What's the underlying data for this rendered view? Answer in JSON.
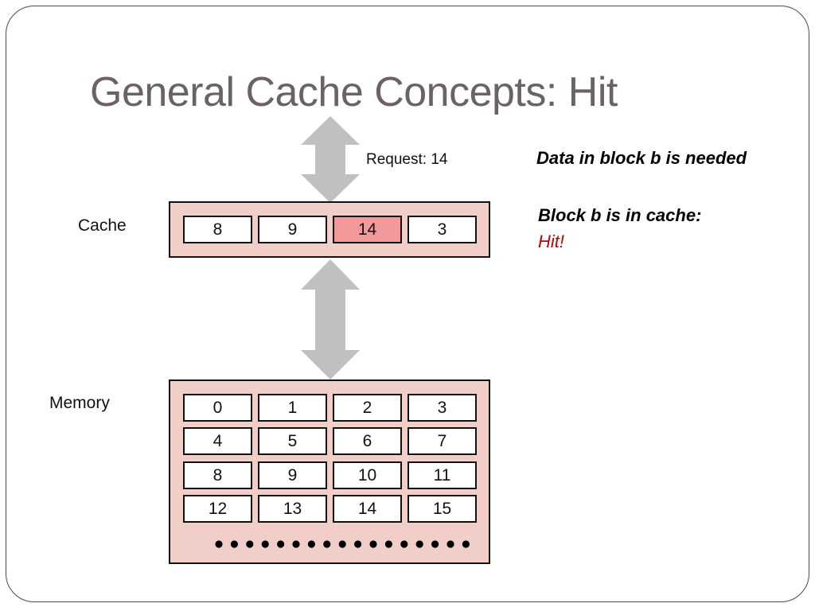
{
  "title": "General Cache Concepts: Hit",
  "request_label": "Request: 14",
  "cache": {
    "label": "Cache",
    "blocks": [
      "8",
      "9",
      "14",
      "3"
    ],
    "highlighted_index": 2,
    "highlight_color": "#f4999a"
  },
  "memory": {
    "label": "Memory",
    "blocks": [
      "0",
      "1",
      "2",
      "3",
      "4",
      "5",
      "6",
      "7",
      "8",
      "9",
      "10",
      "11",
      "12",
      "13",
      "14",
      "15"
    ],
    "ellipsis_dot_count": 17
  },
  "notes": {
    "needed": "Data in block b is needed",
    "in_cache": "Block b is in cache:",
    "hit": "Hit!"
  },
  "colors": {
    "title": "#6b6363",
    "panel_fill": "#f2cec8",
    "arrow": "#c0c0c0",
    "hit_text": "#c00000"
  }
}
